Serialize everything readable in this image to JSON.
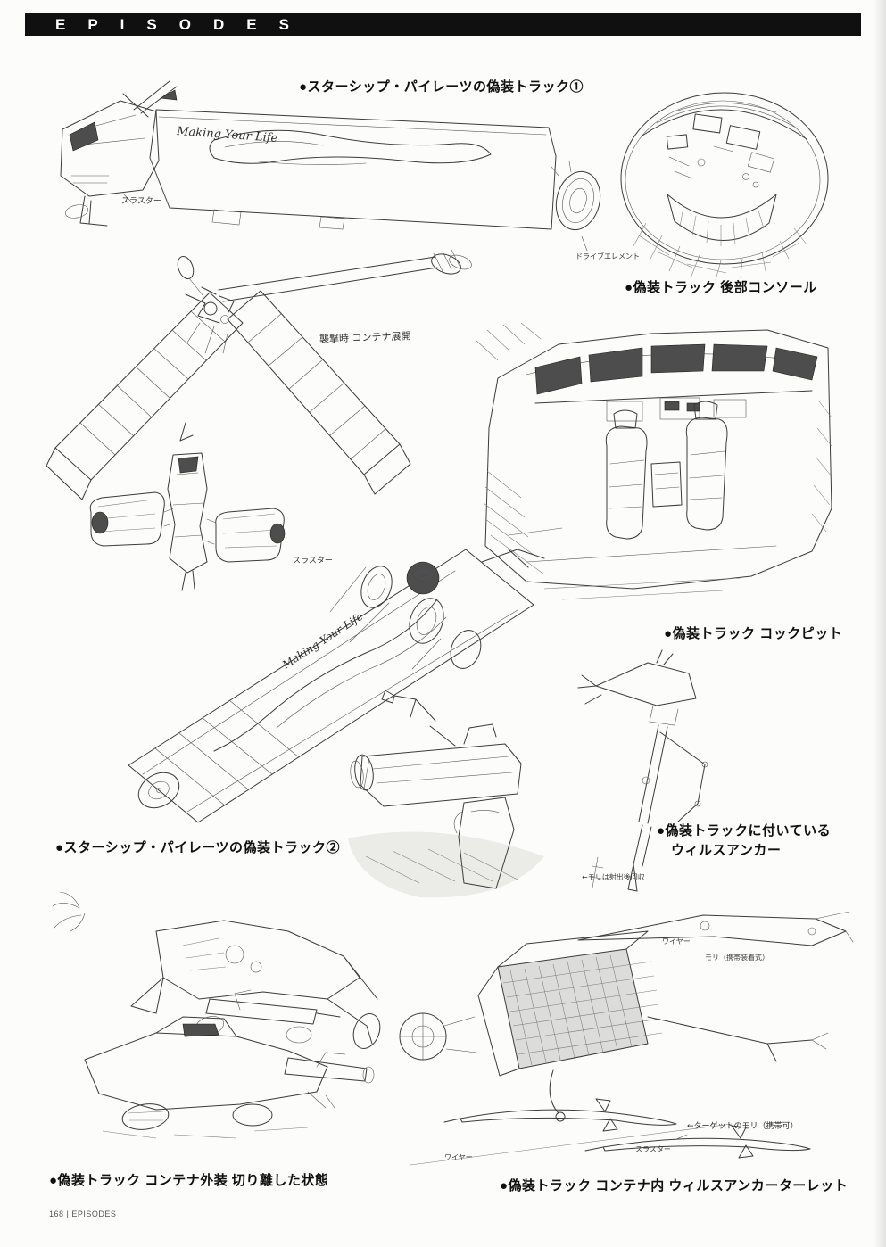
{
  "header": {
    "title": "EPISODES"
  },
  "footer": {
    "text": "168 | EPISODES"
  },
  "captions": {
    "truck1": "●スターシップ・パイレーツの偽装トラック①",
    "rear_console": "●偽装トラック 後部コンソール",
    "cockpit": "●偽装トラック コックピット",
    "anchor_line1": "●偽装トラックに付いている",
    "anchor_line2": "ウィルスアンカー",
    "truck2": "●スターシップ・パイレーツの偽装トラック②",
    "container_detached": "●偽装トラック コンテナ外装 切り離した状態",
    "turret": "●偽装トラック コンテナ内 ウィルスアンカーターレット"
  },
  "annotations": {
    "thruster_truck1": "スラスター",
    "drive_element": "ドライブエレメント",
    "container_deploy": "襲撃時 コンテナ展開",
    "thruster_truck2": "スラスター",
    "anchor_recover": "←モリは射出後回収",
    "wire_top": "ワイヤー",
    "mori_portable": "モリ（携帯装着式）",
    "target_mori": "←ターゲットのモリ（携帯可）",
    "wire_bottom": "ワイヤー",
    "thruster_harpoon": "スラスター"
  },
  "decals": {
    "truck1": "Making Your Life",
    "truck2": "Making Your Life"
  }
}
